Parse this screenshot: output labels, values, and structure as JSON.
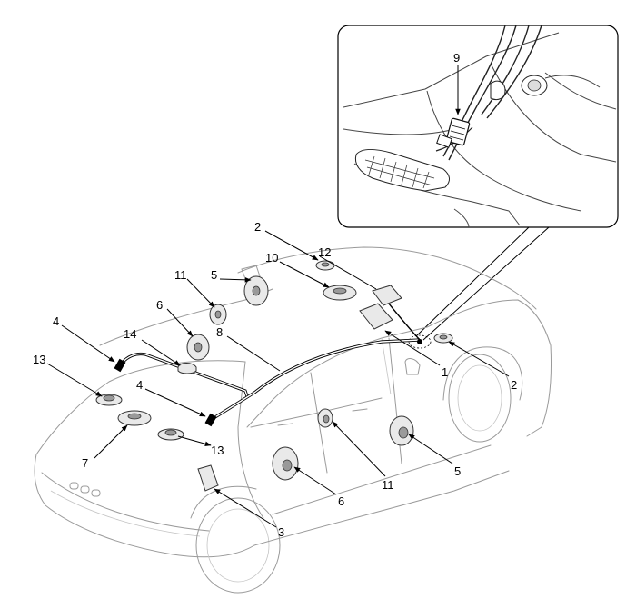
{
  "callouts": {
    "c1": "1",
    "c2a": "2",
    "c2b": "2",
    "c3": "3",
    "c4a": "4",
    "c4b": "4",
    "c5a": "5",
    "c5b": "5",
    "c6a": "6",
    "c6b": "6",
    "c7": "7",
    "c8": "8",
    "c9": "9",
    "c10": "10",
    "c11a": "11",
    "c11b": "11",
    "c12": "12",
    "c13a": "13",
    "c13b": "13",
    "c14": "14"
  }
}
